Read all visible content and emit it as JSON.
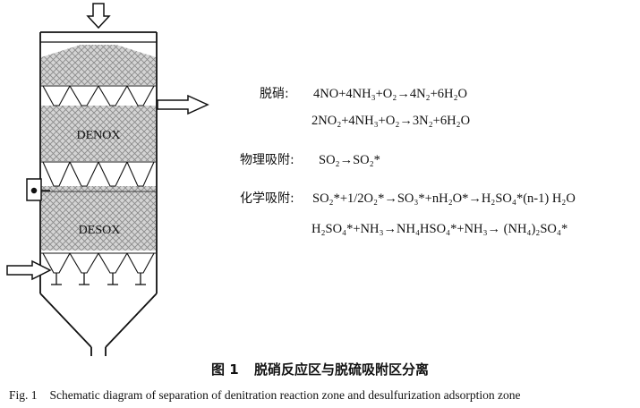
{
  "reactor": {
    "zone_upper": "DENOX",
    "zone_lower": "DESOX"
  },
  "reactions": {
    "denitration_label": "脱硝:",
    "denitration_eq1": "4NO+4NH₃+O₂→4N₂+6H₂O",
    "denitration_eq2": "2NO₂+4NH₃+O₂→3N₂+6H₂O",
    "physical_label": "物理吸附:",
    "physical_eq": "SO₂→SO₂*",
    "chemical_label": "化学吸附:",
    "chemical_eq1": "SO₂*+1/2O₂*→SO₃*+nH₂O*→H₂SO₄*(n-1) H₂O",
    "chemical_eq2": "H₂SO₄*+NH₃→NH₄HSO₄*+NH₃→ (NH₄)₂SO₄*"
  },
  "caption": {
    "cn_fig": "图 1",
    "cn_title": "脱硝反应区与脱硫吸附区分离",
    "en_fig": "Fig. 1",
    "en_title": "Schematic diagram of separation of denitration reaction zone and desulfurization adsorption zone"
  },
  "colors": {
    "line": "#111111",
    "bed": "#c8c8c8"
  }
}
